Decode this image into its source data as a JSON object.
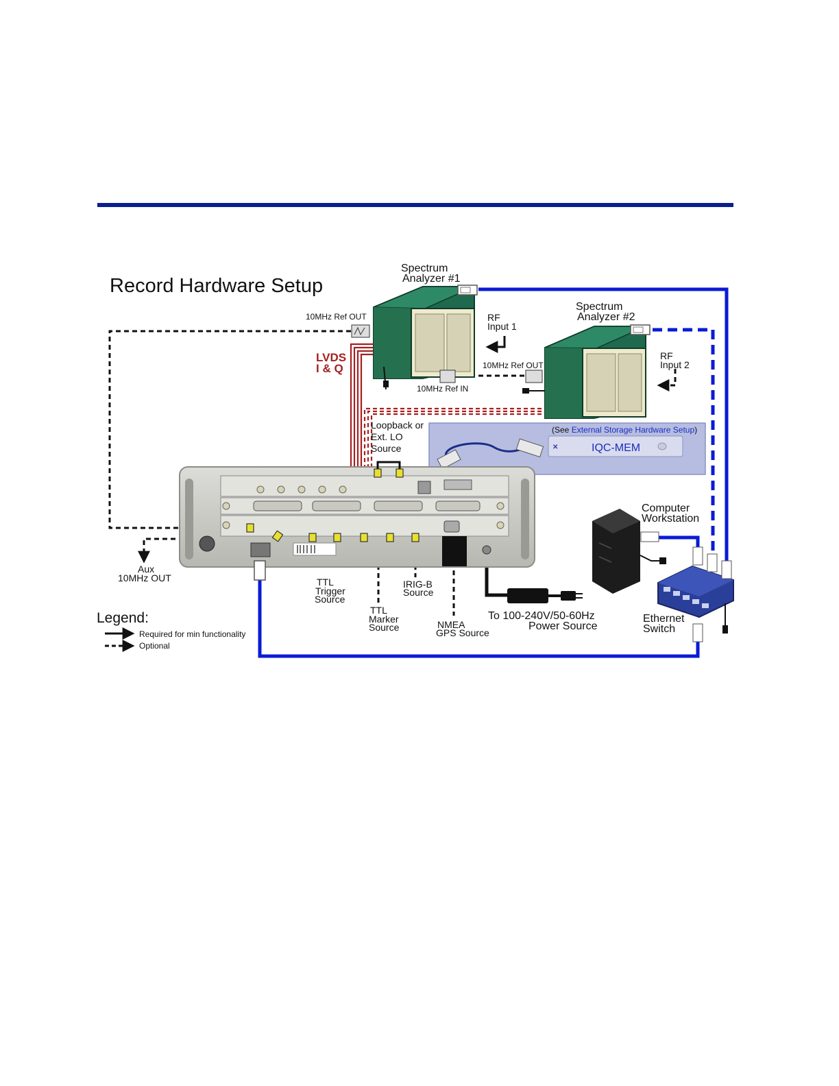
{
  "title": "Record Hardware Setup",
  "colors": {
    "rule": "#0a1f8f",
    "ethernet": "#0a1bd6",
    "lvds": "#a52020",
    "analyzer_green": "#1f6a4e",
    "storage_panel": "#b6bde0"
  },
  "analyzer1": {
    "label_line1": "Spectrum",
    "label_line2": "Analyzer #1",
    "ref_out": "10MHz Ref OUT",
    "rf_line1": "RF",
    "rf_line2": "Input 1",
    "ref_in": "10MHz Ref IN"
  },
  "analyzer2": {
    "label_line1": "Spectrum",
    "label_line2": "Analyzer #2",
    "ref_out": "10MHz Ref OUT",
    "rf_line1": "RF",
    "rf_line2": "Input 2"
  },
  "lvds": {
    "line1": "LVDS",
    "line2": "I & Q"
  },
  "loopback": {
    "line1": "Loopback or",
    "line2": "Ext. LO",
    "line3": "Source"
  },
  "storage": {
    "note_prefix": "(See ",
    "note_link": "External Storage Hardware Setup",
    "note_suffix": ")",
    "device": "IQC-MEM"
  },
  "computer": {
    "line1": "Computer",
    "line2": "Workstation"
  },
  "switch": {
    "line1": "Ethernet",
    "line2": "Switch"
  },
  "aux": {
    "line1": "Aux",
    "line2": "10MHz OUT"
  },
  "trigger": {
    "line1": "TTL",
    "line2": "Trigger",
    "line3": "Source"
  },
  "marker": {
    "line1": "TTL",
    "line2": "Marker",
    "line3": "Source"
  },
  "irig": {
    "line1": "IRIG-B",
    "line2": "Source"
  },
  "nmea": {
    "line1": "NMEA",
    "line2": "GPS Source"
  },
  "power": {
    "line1": "To 100-240V/50-60Hz",
    "line2": "Power Source"
  },
  "legend": {
    "title": "Legend:",
    "required": "Required for min functionality",
    "optional": "Optional"
  }
}
